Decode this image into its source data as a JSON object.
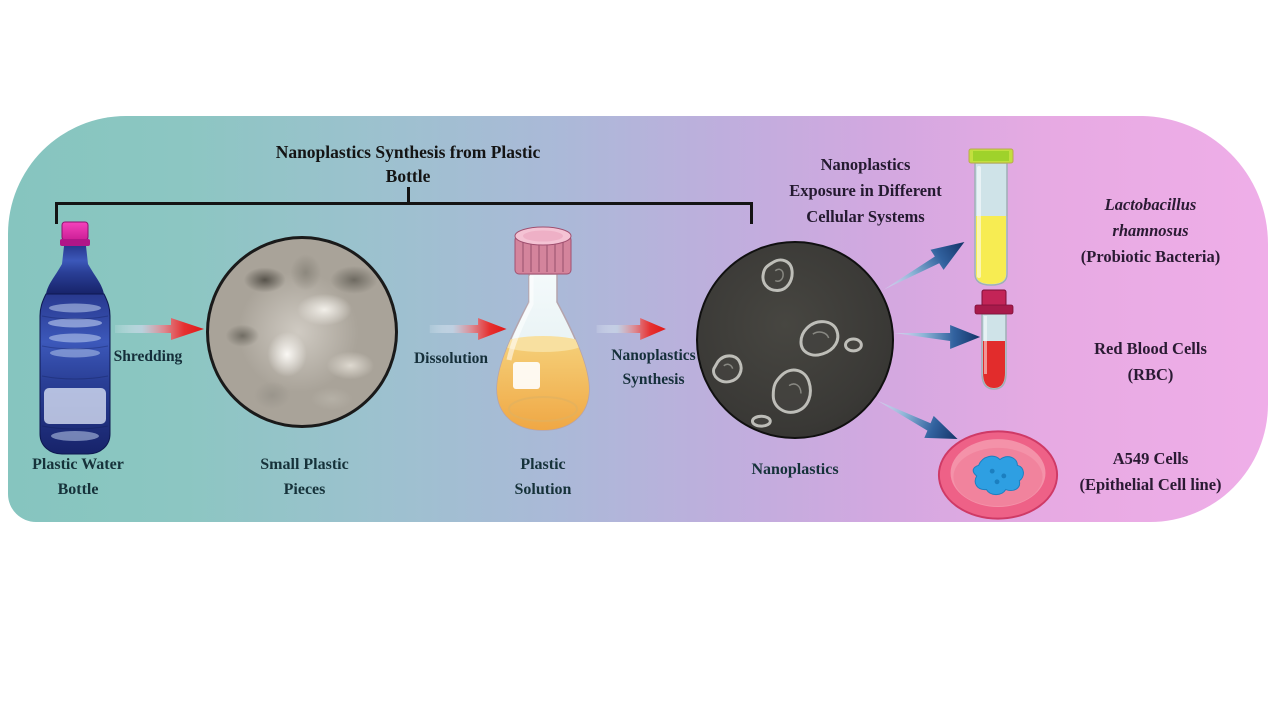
{
  "title": {
    "lines": [
      "Nanoplastics Synthesis from Plastic",
      "Bottle"
    ]
  },
  "synthesis": {
    "items": [
      {
        "icon": "plastic-bottle-icon",
        "label_lines": [
          "Plastic Water",
          "Bottle"
        ]
      },
      {
        "icon": "plastic-pieces-icon",
        "label_lines": [
          "Small Plastic",
          "Pieces"
        ]
      },
      {
        "icon": "flask-icon",
        "label_lines": [
          "Plastic",
          "Solution"
        ]
      },
      {
        "icon": "micrograph-icon",
        "label_lines": [
          "Nanoplastics"
        ]
      }
    ],
    "steps": [
      {
        "label_lines": [
          "Shredding"
        ]
      },
      {
        "label_lines": [
          "Dissolution"
        ]
      },
      {
        "label_lines": [
          "Nanoplastics",
          "Synthesis"
        ]
      }
    ]
  },
  "exposure": {
    "heading_lines": [
      "Nanoplastics",
      "Exposure in Different",
      "Cellular Systems"
    ],
    "targets": [
      {
        "icon": "test-tube-yellow-icon",
        "label_lines": [
          "Lactobacillus",
          "rhamnosus",
          "(Probiotic Bacteria)"
        ]
      },
      {
        "icon": "test-tube-red-icon",
        "label_lines": [
          "Red Blood Cells",
          "(RBC)"
        ]
      },
      {
        "icon": "petri-dish-icon",
        "label_lines": [
          "A549 Cells",
          "(Epithelial Cell line)"
        ]
      }
    ]
  },
  "colors": {
    "panel_left": "#86c5bf",
    "panel_right": "#efaee8",
    "arrow_red": "#e51c24",
    "arrow_blue": "#16356b",
    "bottle_blue": "#2a3f96",
    "flask_liquid": "#efa440",
    "tube1_liquid": "#f7ec52",
    "tube2_liquid": "#e22c2c",
    "petri_pink": "#ee6187",
    "text_dark": "#1c2e38"
  }
}
